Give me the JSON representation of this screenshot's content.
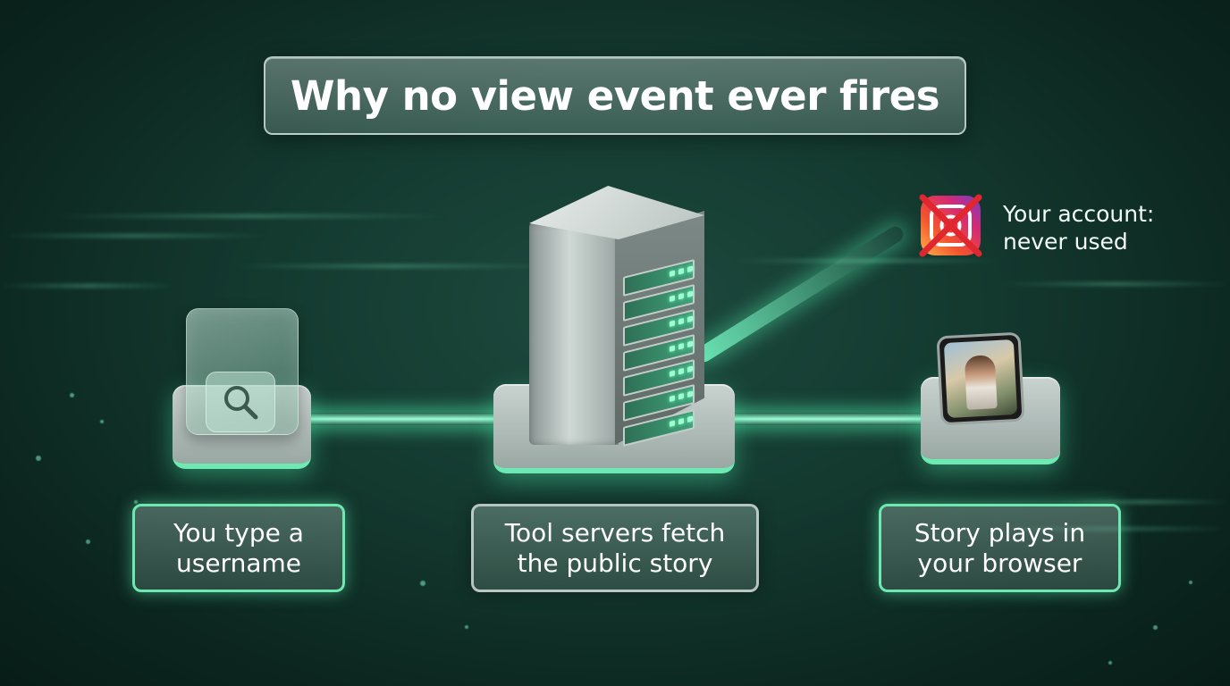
{
  "title": "Why no view event ever fires",
  "steps": [
    {
      "label": "You type a username",
      "icon": "search-icon"
    },
    {
      "label": "Tool servers fetch the public story",
      "icon": "server-icon"
    },
    {
      "label": "Story plays in your browser",
      "icon": "phone-icon"
    }
  ],
  "account_note": {
    "line1": "Your account:",
    "line2": "never used",
    "icon": "instagram-crossed-icon"
  },
  "colors": {
    "background": "#143a30",
    "accent": "#6ee8b2",
    "cross": "#e0262f"
  }
}
